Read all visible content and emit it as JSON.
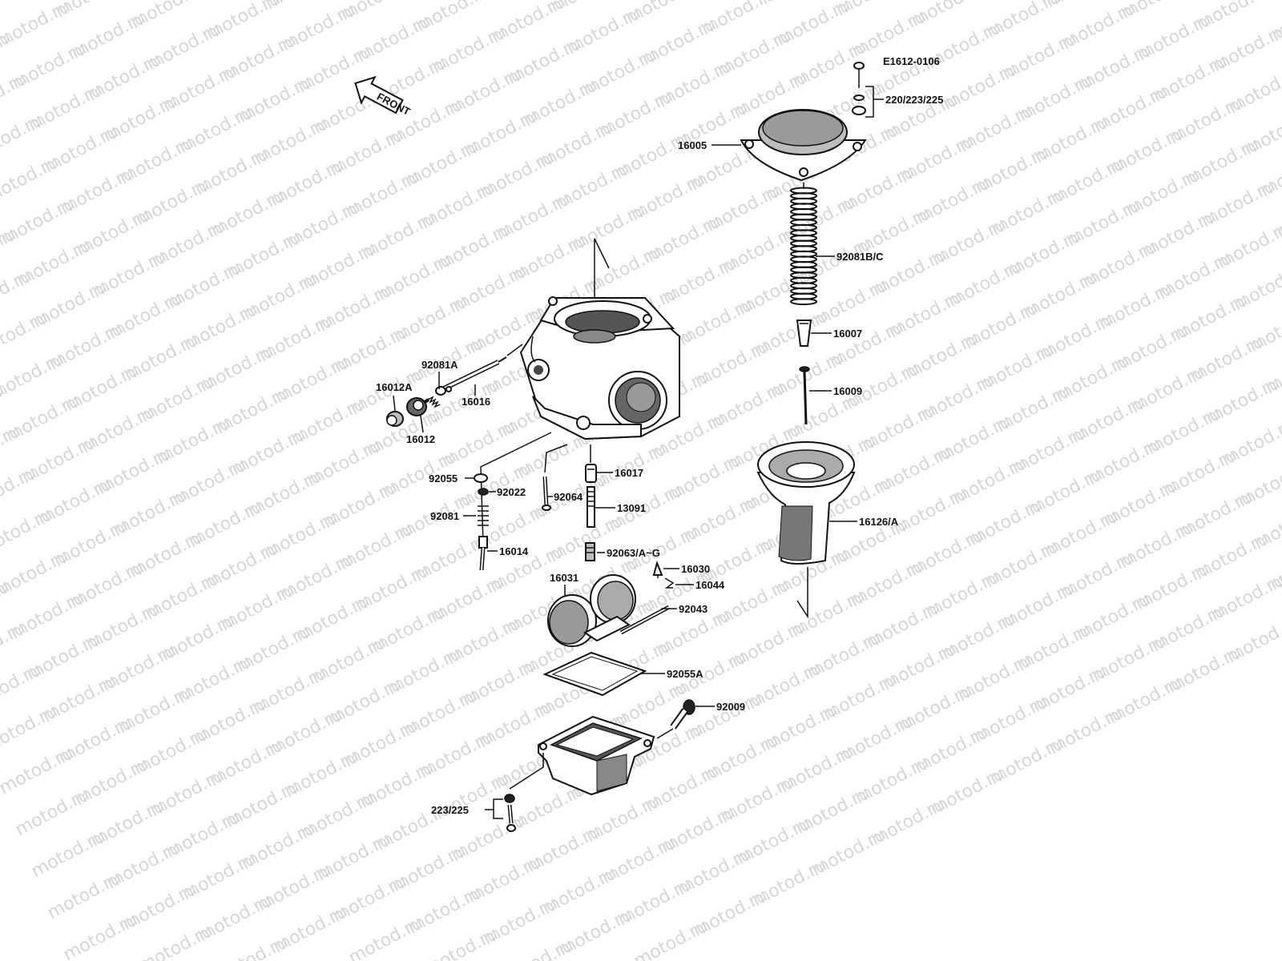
{
  "diagram_code": "E1612-0106",
  "front_label": "FRONT",
  "watermark": "motod.ru",
  "labels": {
    "screw_washer_top": "220/223/225",
    "top_cover": "16005",
    "spring": "92081B/C",
    "needle_holder": "16007",
    "jet_needle": "16009",
    "vacuum_piston": "16126/A",
    "spring_a": "92081A",
    "screw_16016": "16016",
    "cap_16012a": "16012A",
    "screw_16012": "16012",
    "oring_92055": "92055",
    "washer_92022": "92022",
    "spring_92081": "92081",
    "pilot_screw_16014": "16014",
    "plug_92064": "92064",
    "jet_16017": "16017",
    "needle_jet_13091": "13091",
    "main_jet_92063": "92063/A~G",
    "float_valve_16030": "16030",
    "clip_16044": "16044",
    "float_16031": "16031",
    "pin_92043": "92043",
    "gasket_92055a": "92055A",
    "drain_screw_92009": "92009",
    "screw_washer_bottom": "223/225"
  }
}
